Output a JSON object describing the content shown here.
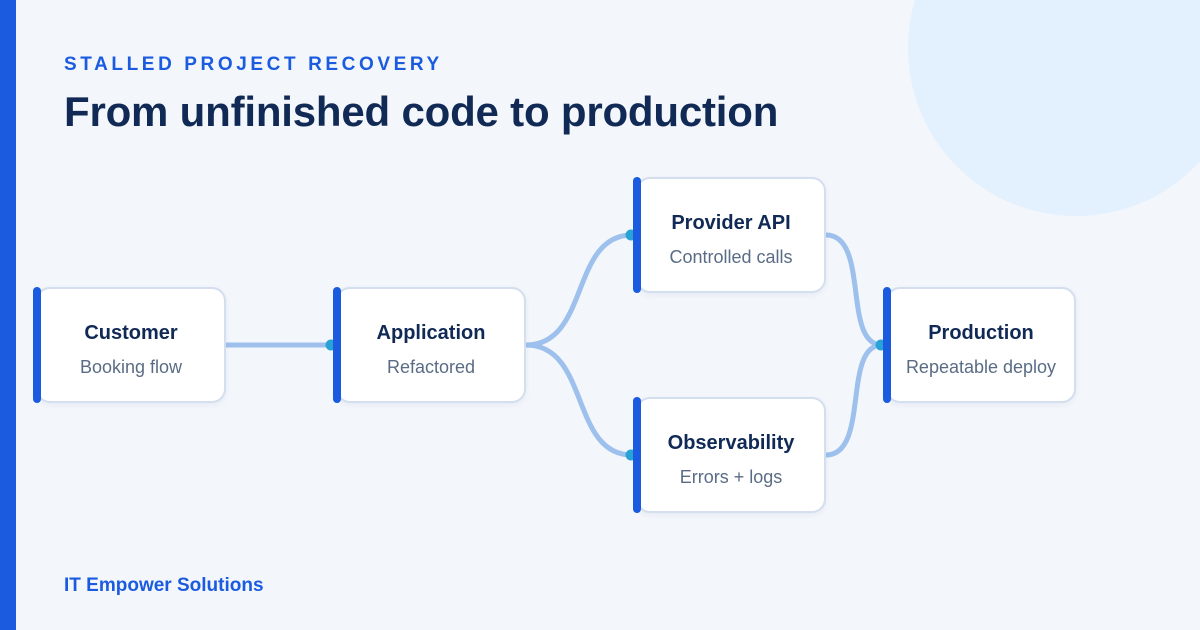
{
  "header": {
    "eyebrow": "STALLED PROJECT RECOVERY",
    "title": "From unfinished code to production"
  },
  "nodes": {
    "customer": {
      "title": "Customer",
      "subtitle": "Booking flow"
    },
    "application": {
      "title": "Application",
      "subtitle": "Refactored"
    },
    "provider_api": {
      "title": "Provider API",
      "subtitle": "Controlled calls"
    },
    "observability": {
      "title": "Observability",
      "subtitle": "Errors + logs"
    },
    "production": {
      "title": "Production",
      "subtitle": "Repeatable deploy"
    }
  },
  "edges": [
    {
      "from": "customer",
      "to": "application"
    },
    {
      "from": "application",
      "to": "provider_api"
    },
    {
      "from": "application",
      "to": "observability"
    },
    {
      "from": "provider_api",
      "to": "production"
    },
    {
      "from": "observability",
      "to": "production"
    }
  ],
  "footer": {
    "brand": "IT Empower Solutions"
  },
  "colors": {
    "accent": "#1a5be0",
    "heading": "#102a55",
    "connector": "#9dc0ec",
    "connector_dot": "#29a3d6",
    "background": "#f3f6fb"
  }
}
